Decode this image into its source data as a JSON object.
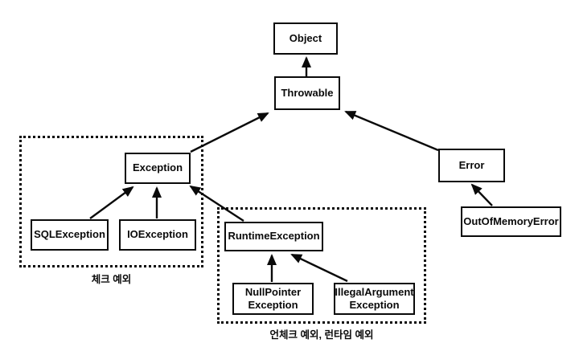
{
  "diagram": {
    "background_color": "#ffffff",
    "line_color": "#000000",
    "box_fill_color": "#ffffff",
    "nodes": {
      "object": {
        "label": "Object"
      },
      "throwable": {
        "label": "Throwable"
      },
      "exception": {
        "label": "Exception"
      },
      "error": {
        "label": "Error"
      },
      "sql_exception": {
        "label": "SQLException"
      },
      "io_exception": {
        "label": "IOException"
      },
      "runtime_exception": {
        "label": "RuntimeException"
      },
      "out_of_memory_error": {
        "label": "OutOfMemoryError"
      },
      "null_pointer_exception": {
        "line1": "NullPointer",
        "line2": "Exception"
      },
      "illegal_argument_exception": {
        "line1": "IllegalArgument",
        "line2": "Exception"
      }
    },
    "groups": {
      "checked": {
        "label": "체크 예외"
      },
      "unchecked": {
        "label": "언체크 예외, 런타임 예외"
      }
    },
    "edges": [
      {
        "from": "Throwable",
        "to": "Object"
      },
      {
        "from": "Exception",
        "to": "Throwable"
      },
      {
        "from": "Error",
        "to": "Throwable"
      },
      {
        "from": "SQLException",
        "to": "Exception"
      },
      {
        "from": "IOException",
        "to": "Exception"
      },
      {
        "from": "RuntimeException",
        "to": "Exception"
      },
      {
        "from": "NullPointerException",
        "to": "RuntimeException"
      },
      {
        "from": "IllegalArgumentException",
        "to": "RuntimeException"
      },
      {
        "from": "OutOfMemoryError",
        "to": "Error"
      }
    ]
  }
}
